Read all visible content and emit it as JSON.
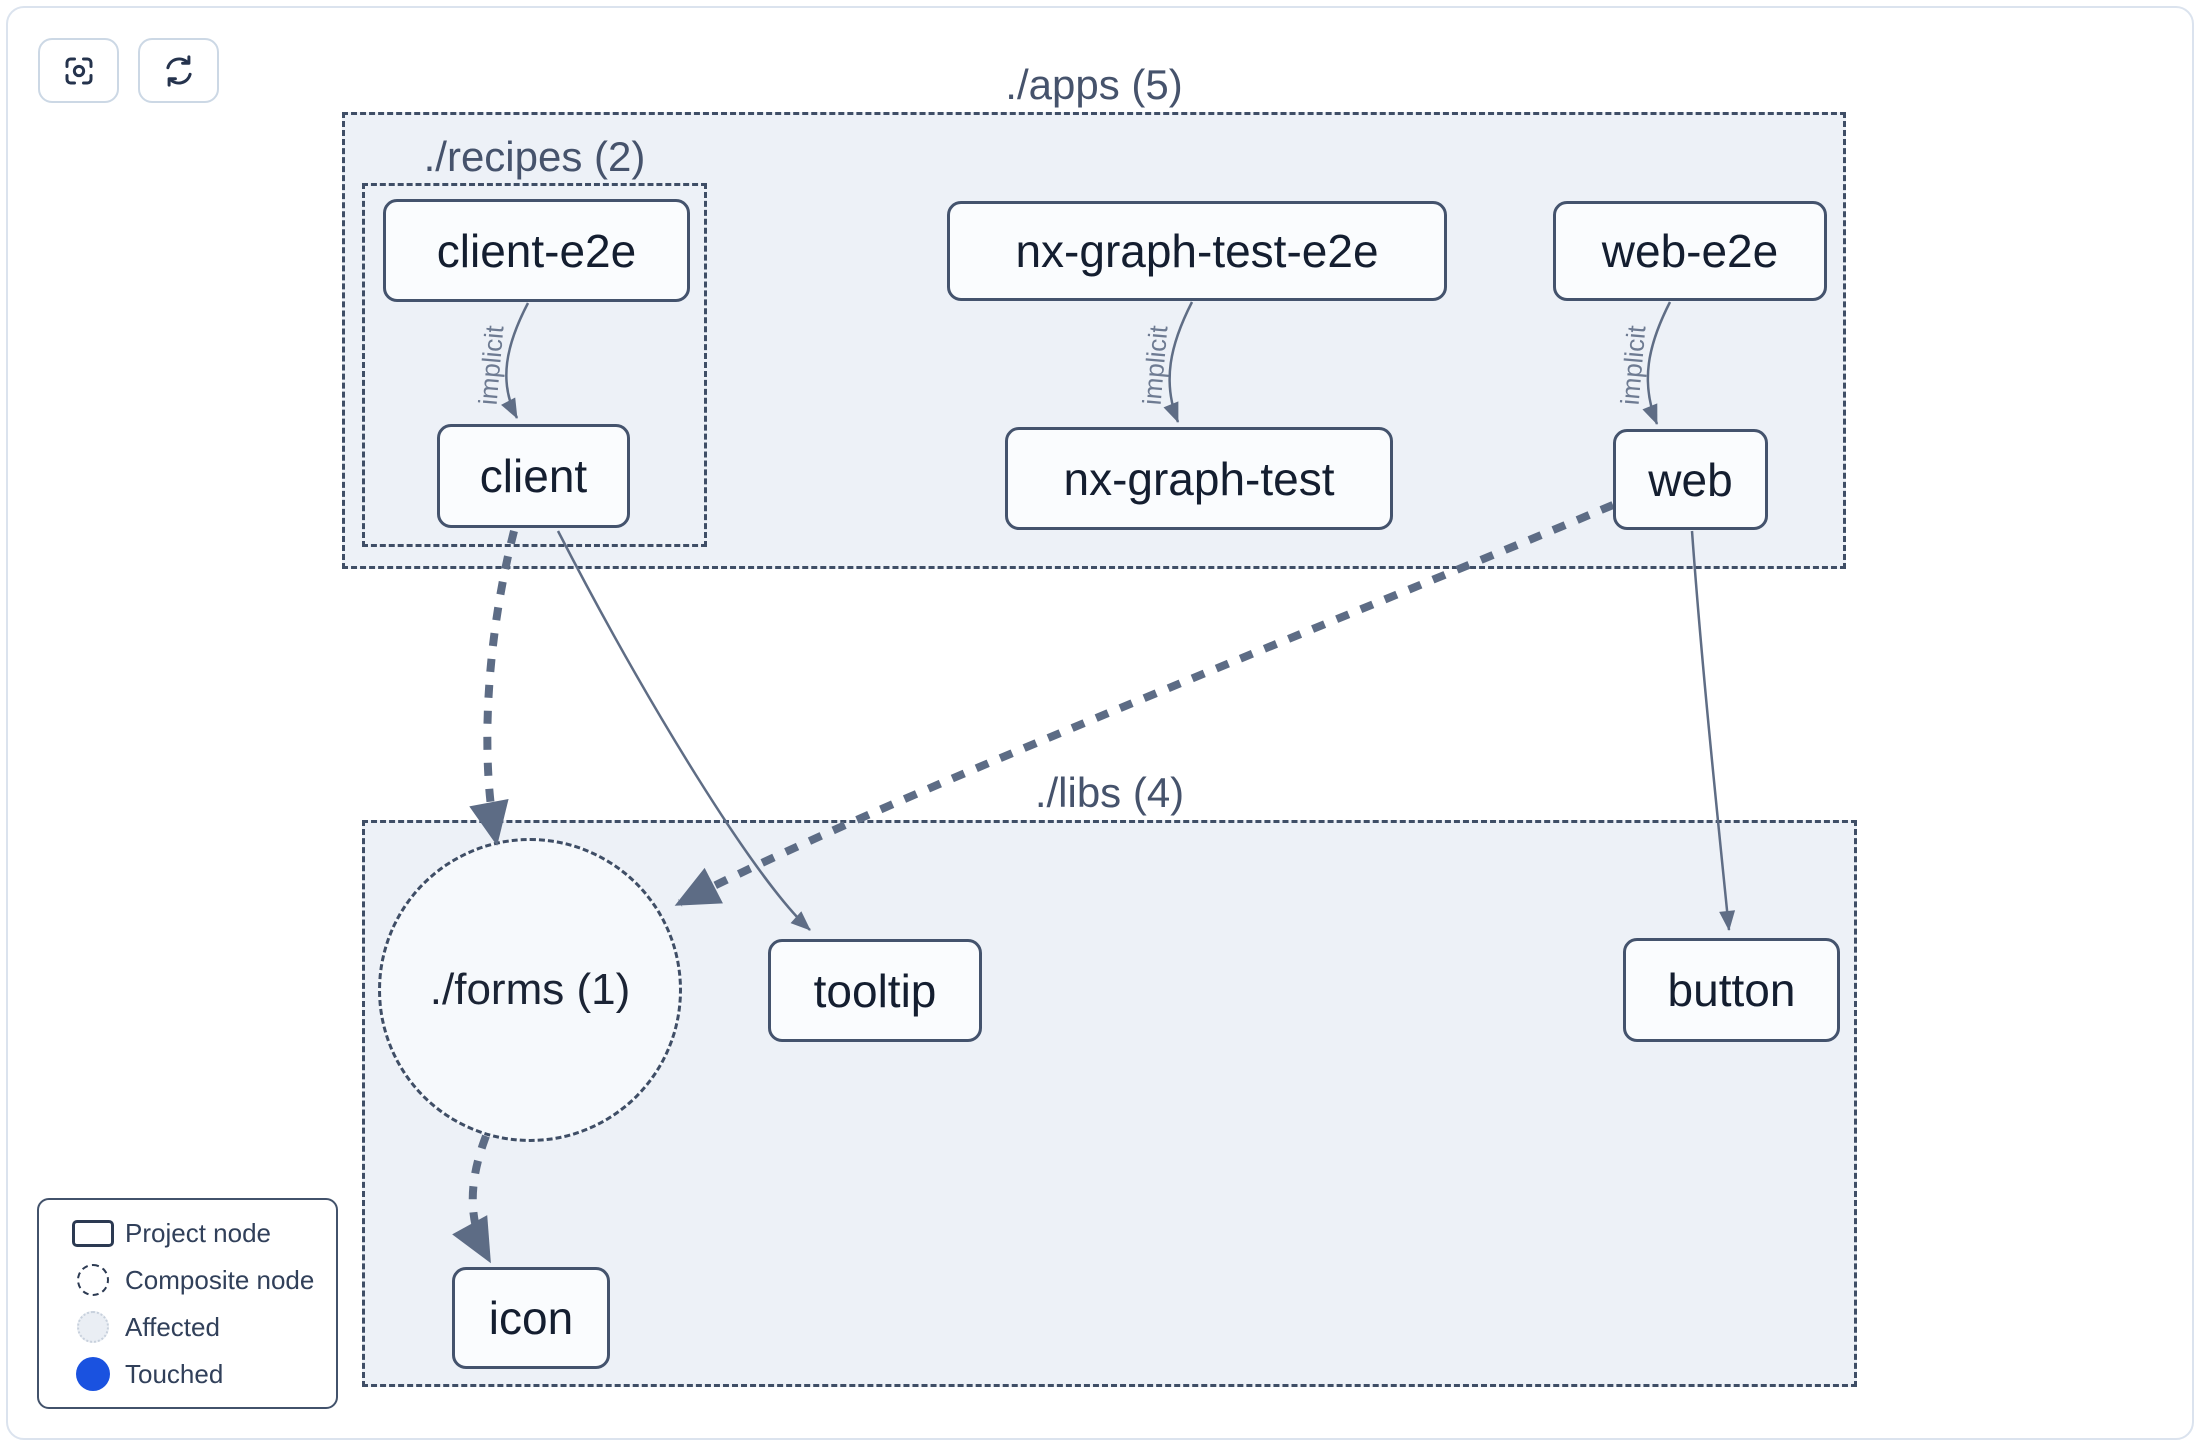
{
  "toolbar": {
    "buttons": [
      {
        "name": "focus",
        "icon": "scan-focus-icon"
      },
      {
        "name": "refresh",
        "icon": "refresh-icon"
      }
    ]
  },
  "groups": {
    "apps": {
      "label": "./apps (5)"
    },
    "recipes": {
      "label": "./recipes (2)"
    },
    "libs": {
      "label": "./libs (4)"
    },
    "forms": {
      "label": "./forms (1)",
      "type": "composite-node"
    }
  },
  "nodes": {
    "client_e2e": {
      "label": "client-e2e",
      "group": "./apps/./recipes"
    },
    "nx_graph_test_e2e": {
      "label": "nx-graph-test-e2e",
      "group": "./apps"
    },
    "web_e2e": {
      "label": "web-e2e",
      "group": "./apps"
    },
    "client": {
      "label": "client",
      "group": "./apps/./recipes"
    },
    "nx_graph_test": {
      "label": "nx-graph-test",
      "group": "./apps"
    },
    "web": {
      "label": "web",
      "group": "./apps"
    },
    "tooltip": {
      "label": "tooltip",
      "group": "./libs"
    },
    "button": {
      "label": "button",
      "group": "./libs"
    },
    "icon": {
      "label": "icon",
      "group": "./libs"
    }
  },
  "edges": [
    {
      "from": "client-e2e",
      "to": "client",
      "label": "implicit",
      "style": "solid-thin"
    },
    {
      "from": "nx-graph-test-e2e",
      "to": "nx-graph-test",
      "label": "implicit",
      "style": "solid-thin"
    },
    {
      "from": "web-e2e",
      "to": "web",
      "label": "implicit",
      "style": "solid-thin"
    },
    {
      "from": "client",
      "to": "./forms",
      "label": "",
      "style": "dashed-thick"
    },
    {
      "from": "client",
      "to": "tooltip",
      "label": "",
      "style": "solid-thin"
    },
    {
      "from": "web",
      "to": "./forms",
      "label": "",
      "style": "dashed-thick"
    },
    {
      "from": "web",
      "to": "button",
      "label": "",
      "style": "solid-thin"
    },
    {
      "from": "./forms",
      "to": "icon",
      "label": "",
      "style": "dashed-thick"
    }
  ],
  "legend": {
    "items": [
      {
        "label": "Project node",
        "swatch": "rect-outline"
      },
      {
        "label": "Composite node",
        "swatch": "dashed-circle"
      },
      {
        "label": "Affected",
        "swatch": "dotted-light-circle",
        "color": "#eaeef4"
      },
      {
        "label": "Touched",
        "swatch": "filled-circle",
        "color": "#1a52e0"
      }
    ]
  },
  "colors": {
    "container_fill": "#edf1f7",
    "node_fill": "#fafcfe",
    "node_border": "#44536d",
    "edge": "#5d6c85",
    "touched_blue": "#1a52e0"
  }
}
